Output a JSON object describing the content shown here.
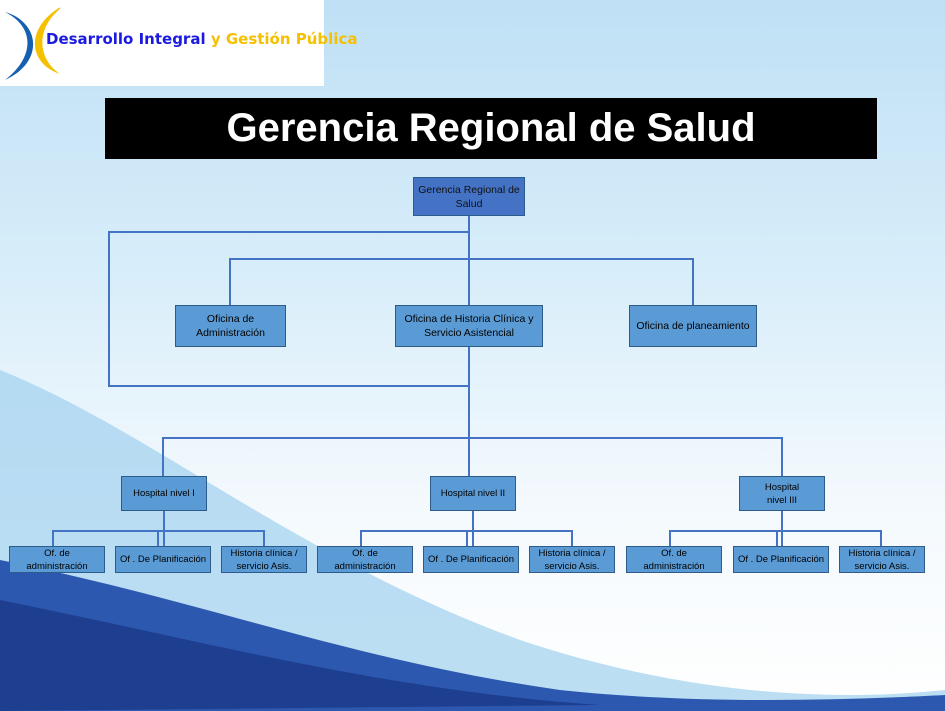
{
  "logo": {
    "part1": "Desarrollo Integral",
    "part2": "y Gestión Pública"
  },
  "title": "Gerencia Regional de Salud",
  "root": "Gerencia Regional de Salud",
  "offices": [
    "Oficina de Administración",
    "Oficina de Historia Clínica y Servicio Asistencial",
    "Oficina de planeamiento"
  ],
  "hospitals": [
    {
      "name": "Hospital nivel I",
      "units": [
        "Of. de administración",
        "Of . De Planificación",
        "Historia clínica / servicio Asis."
      ]
    },
    {
      "name": "Hospital nivel II",
      "units": [
        "Of. de administración",
        "Of . De Planificación",
        "Historia clínica / servicio Asis."
      ]
    },
    {
      "name": "Hospital nivel III",
      "units": [
        "Of. de administración",
        "Of . De Planificación",
        "Historia clínica / servicio Asis."
      ]
    }
  ],
  "colors": {
    "box": "#5b9bd5",
    "root": "#4472c4",
    "line": "#4472c4"
  }
}
